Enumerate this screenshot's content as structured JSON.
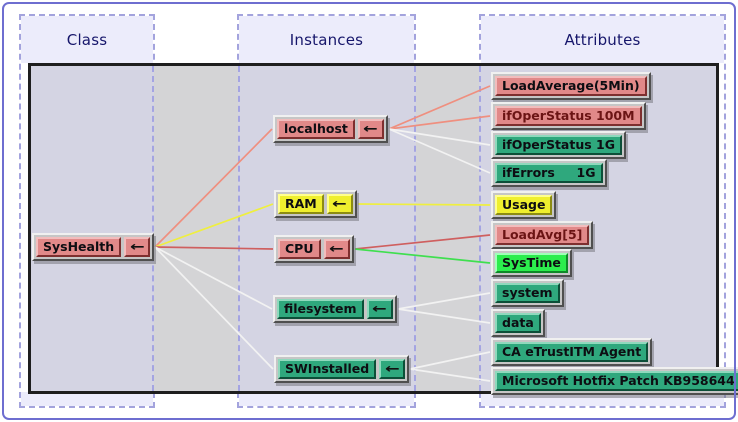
{
  "headers": {
    "class": "Class",
    "instances": "Instances",
    "attributes": "Attributes"
  },
  "arrow_icon": "←",
  "class_node": {
    "label": "SysHealth",
    "color": "pink"
  },
  "instances": [
    {
      "label": "localhost",
      "color": "pink"
    },
    {
      "label": "RAM",
      "color": "yellow"
    },
    {
      "label": "CPU",
      "color": "pink"
    },
    {
      "label": "filesystem",
      "color": "green"
    },
    {
      "label": "SWInstalled",
      "color": "green"
    }
  ],
  "attributes": [
    {
      "label": "LoadAverage(5Min)",
      "color": "pink"
    },
    {
      "label": "ifOperStatus 100M",
      "color": "pink",
      "text_color": "#6b1414"
    },
    {
      "label": "ifOperStatus 1G",
      "color": "green"
    },
    {
      "label": "ifErrors     1G",
      "color": "green"
    },
    {
      "label": "Usage",
      "color": "yellow"
    },
    {
      "label": "LoadAvg[5]",
      "color": "pink",
      "text_color": "#6b1414"
    },
    {
      "label": "SysTime",
      "color": "bright"
    },
    {
      "label": "system",
      "color": "green"
    },
    {
      "label": "data",
      "color": "green"
    },
    {
      "label": "CA eTrustITM Agent",
      "color": "green"
    },
    {
      "label": "Microsoft Hotfix Patch KB958644",
      "color": "green"
    }
  ],
  "edge_colors": {
    "salmon": "#ef8f7f",
    "yellow": "#efef3f",
    "red": "#cf5f5f",
    "green": "#3fdf4f",
    "white": "#f2f2f2"
  },
  "edges": [
    {
      "from": "class",
      "to": "inst-0",
      "color": "salmon"
    },
    {
      "from": "class",
      "to": "inst-1",
      "color": "yellow"
    },
    {
      "from": "class",
      "to": "inst-2",
      "color": "red"
    },
    {
      "from": "class",
      "to": "inst-3",
      "color": "white"
    },
    {
      "from": "class",
      "to": "inst-4",
      "color": "white"
    },
    {
      "from": "inst-0",
      "to": "attr-0",
      "color": "salmon"
    },
    {
      "from": "inst-0",
      "to": "attr-1",
      "color": "salmon"
    },
    {
      "from": "inst-0",
      "to": "attr-2",
      "color": "white"
    },
    {
      "from": "inst-0",
      "to": "attr-3",
      "color": "white"
    },
    {
      "from": "inst-1",
      "to": "attr-4",
      "color": "yellow"
    },
    {
      "from": "inst-2",
      "to": "attr-5",
      "color": "red"
    },
    {
      "from": "inst-2",
      "to": "attr-6",
      "color": "green"
    },
    {
      "from": "inst-3",
      "to": "attr-7",
      "color": "white"
    },
    {
      "from": "inst-3",
      "to": "attr-8",
      "color": "white"
    },
    {
      "from": "inst-4",
      "to": "attr-9",
      "color": "white"
    },
    {
      "from": "inst-4",
      "to": "attr-10",
      "color": "white"
    }
  ]
}
